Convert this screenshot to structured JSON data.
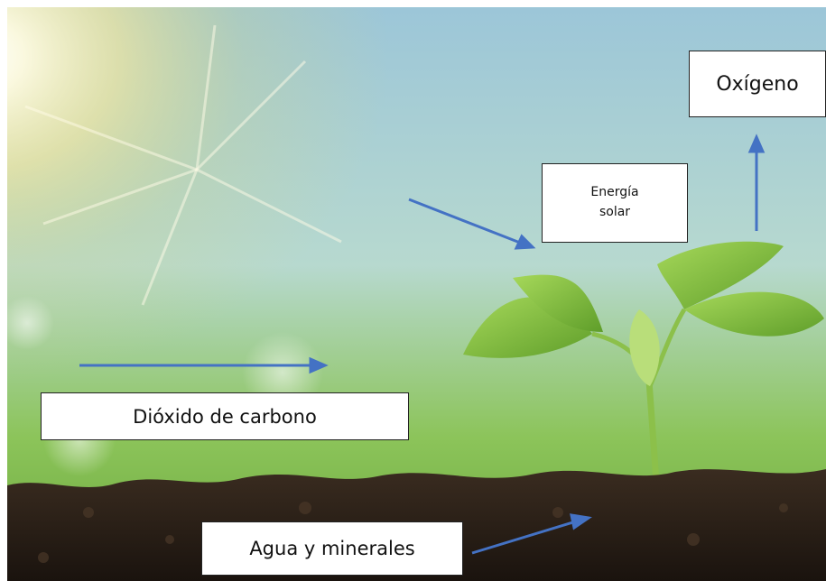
{
  "labels": {
    "oxygen": "Oxígeno",
    "solar_line1": "Energía",
    "solar_line2": "solar",
    "co2": "Dióxido de carbono",
    "water": "Agua y minerales"
  },
  "colors": {
    "arrow": "#4472c4",
    "sky_top": "#7fb6d2",
    "foliage": "#7cc24a",
    "soil": "#2a1f17"
  }
}
